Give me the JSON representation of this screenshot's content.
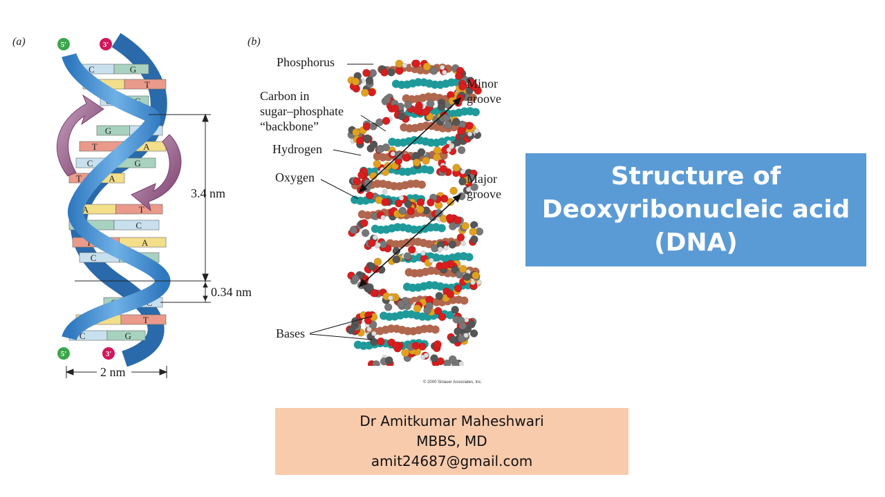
{
  "figure_a": {
    "panel_label": "(a)",
    "top_left_end": "5′",
    "top_right_end": "3′",
    "bottom_left_end": "5′",
    "bottom_right_end": "3′",
    "pitch_label": "3.4 nm",
    "rise_label": "0.34 nm",
    "width_label": "2 nm",
    "base_pairs": [
      {
        "left": "C",
        "right": "G"
      },
      {
        "left": "A",
        "right": "T"
      },
      {
        "left": "C",
        "right": "G"
      },
      {
        "left": "G",
        "right": "C"
      },
      {
        "left": "T",
        "right": "A"
      },
      {
        "left": "C",
        "right": "G"
      },
      {
        "left": "T",
        "right": "A"
      },
      {
        "left": "A",
        "right": "T"
      },
      {
        "left": "G",
        "right": "C"
      },
      {
        "left": "T",
        "right": "A"
      },
      {
        "left": "C",
        "right": "G"
      },
      {
        "left": "G",
        "right": "C"
      },
      {
        "left": "A",
        "right": "T"
      },
      {
        "left": "C",
        "right": "G"
      }
    ]
  },
  "figure_b": {
    "panel_label": "(b)",
    "labels": {
      "phosphorus": "Phosphorus",
      "carbon_line1": "Carbon in",
      "carbon_line2": "sugar–phosphate",
      "carbon_line3": "“backbone”",
      "hydrogen": "Hydrogen",
      "oxygen": "Oxygen",
      "bases": "Bases",
      "minor_line1": "Minor",
      "minor_line2": "groove",
      "major_line1": "Major",
      "major_line2": "groove"
    },
    "copyright": "© 2000 Sinauer Associates, Inc."
  },
  "title": {
    "line1": "Structure of",
    "line2": "Deoxyribonucleic acid",
    "line3": "(DNA)"
  },
  "author": {
    "name": "Dr Amitkumar Maheshwari",
    "degree": "MBBS, MD",
    "email": "amit24687@gmail.com"
  },
  "colors": {
    "title_bg": "#5b9bd5",
    "author_bg": "#f8cbad",
    "helix_blue": "#4a90d0",
    "arrow_purple": "#9e6a8e",
    "end_green": "#3aa64a",
    "end_magenta": "#d0185a",
    "base_C": "#c8e0ee",
    "base_G": "#a8d2c0",
    "base_A": "#f3df8a",
    "base_T": "#e99a8a"
  }
}
